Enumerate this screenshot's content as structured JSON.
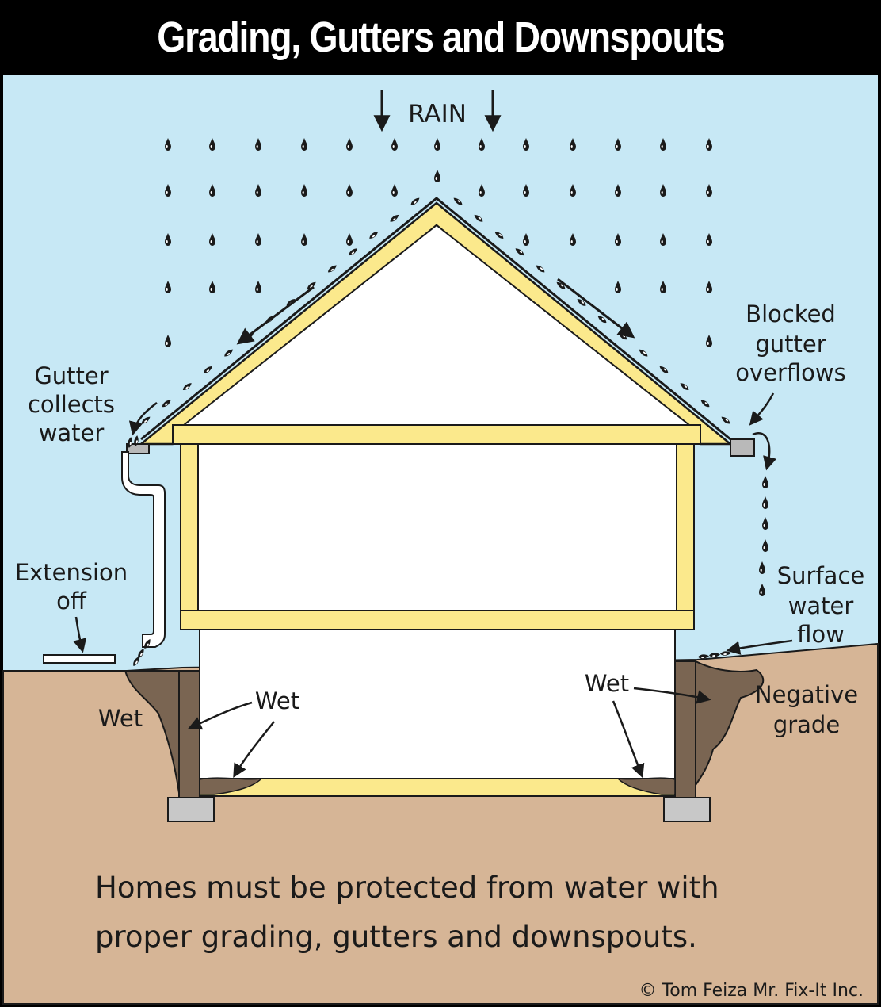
{
  "title": "Grading, Gutters and Downspouts",
  "labels": {
    "rain": "RAIN",
    "gutter_collects": [
      "Gutter",
      "collects",
      "water"
    ],
    "blocked_gutter": [
      "Blocked",
      "gutter",
      "overflows"
    ],
    "extension_off": [
      "Extension",
      "off"
    ],
    "surface_water": [
      "Surface",
      "water",
      "flow"
    ],
    "negative_grade": [
      "Negative",
      "grade"
    ],
    "wet_left_outside": "Wet",
    "wet_left_inside": "Wet",
    "wet_right": "Wet"
  },
  "caption": [
    "Homes must be protected from water with",
    "proper grading, gutters and downspouts."
  ],
  "credit": "© Tom Feiza Mr. Fix-It Inc.",
  "colors": {
    "sky": "#c7e8f5",
    "ground": "#d6b596",
    "wet_soil": "#7a6552",
    "lumber": "#fbe98c",
    "lumber_outline": "#222222",
    "footing": "#c8c8c8",
    "interior": "#ffffff",
    "gutter": "#b9b9b9"
  }
}
